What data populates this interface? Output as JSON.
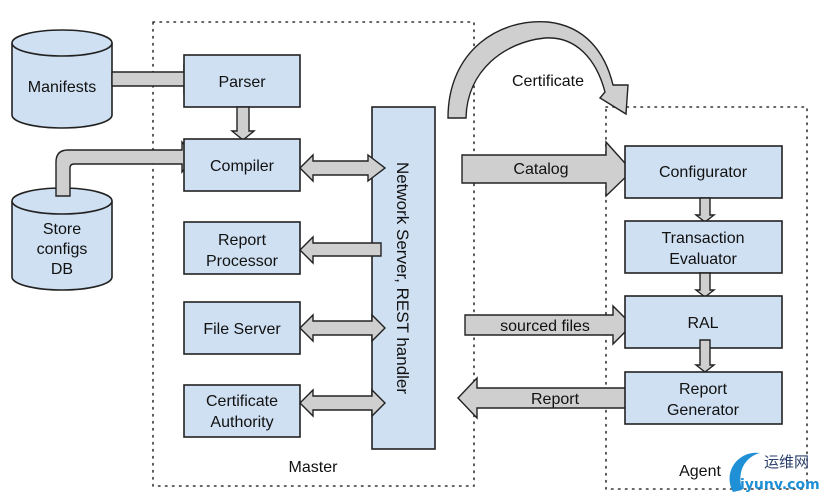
{
  "regions": {
    "master": {
      "label": "Master"
    },
    "agent": {
      "label": "Agent"
    }
  },
  "external": {
    "manifests": {
      "label": "Manifests"
    },
    "store_configs_db": {
      "lines": [
        "Store",
        "configs",
        "DB"
      ]
    }
  },
  "master_components": {
    "parser": {
      "label": "Parser"
    },
    "compiler": {
      "label": "Compiler"
    },
    "report_processor": {
      "lines": [
        "Report",
        "Processor"
      ]
    },
    "file_server": {
      "label": "File Server"
    },
    "certificate_authority": {
      "lines": [
        "Certificate",
        "Authority"
      ]
    },
    "network_server": {
      "label": "Network Server, REST handler"
    }
  },
  "agent_components": {
    "configurator": {
      "label": "Configurator"
    },
    "transaction_evaluator": {
      "lines": [
        "Transaction",
        "Evaluator"
      ]
    },
    "ral": {
      "label": "RAL"
    },
    "report_generator": {
      "lines": [
        "Report",
        "Generator"
      ]
    }
  },
  "flows": {
    "certificate": {
      "label": "Certificate"
    },
    "catalog": {
      "label": "Catalog"
    },
    "sourced_files": {
      "label": "sourced files"
    },
    "report": {
      "label": "Report"
    }
  },
  "watermark": {
    "cn": "运维网",
    "domain": "iyunv.com"
  },
  "colors": {
    "box_fill": "#cfe0f2",
    "arrow_fill": "#cfcfcf",
    "outline": "#222222",
    "watermark_blue": "#1f8fd6"
  }
}
